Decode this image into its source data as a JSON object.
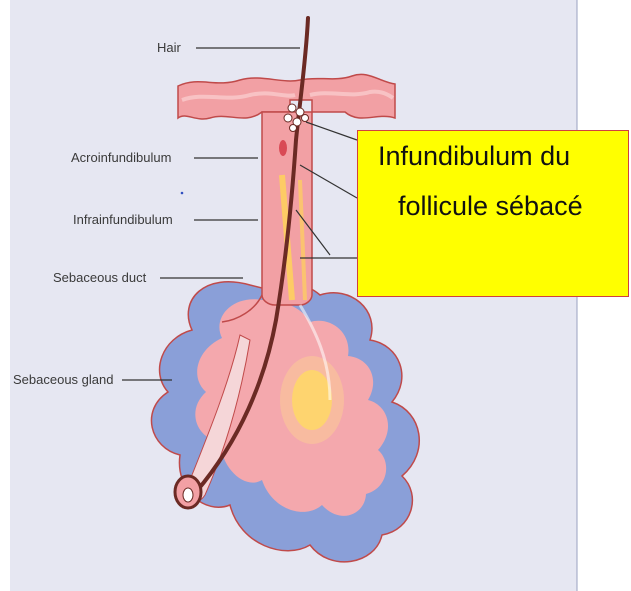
{
  "labels": {
    "hair": "Hair",
    "acroinfundibulum": "Acroinfundibulum",
    "infrainfundibulum": "Infrainfundibulum",
    "sebaceous_duct": "Sebaceous duct",
    "sebaceous_gland": "Sebaceous gland"
  },
  "callout": {
    "line1": "Infundibulum du",
    "line2": "follicule sébacé"
  },
  "colors": {
    "panel_background": "#e6e7f2",
    "skin": "#f2a0a4",
    "gland_lobes": "#8a9fd8",
    "inner_tissue": "#f4a8ad",
    "keratin": "#ffd25a",
    "hair_shaft": "#6b2a24",
    "callout_fill": "#ffff00",
    "callout_border": "#d04040"
  }
}
